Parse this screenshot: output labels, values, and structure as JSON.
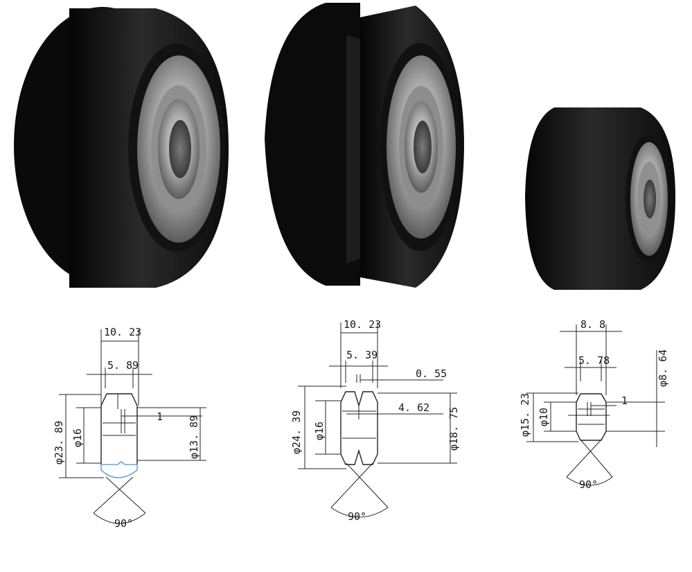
{
  "products": [
    {
      "name": "wheel-large-flat",
      "dimensions": {
        "overall_width": "10. 23",
        "inner_width": "5. 89",
        "outer_diameter": "φ23. 89",
        "bore_diameter": "φ16",
        "step": "1",
        "inner_diameter": "φ13. 89",
        "angle": "90°"
      }
    },
    {
      "name": "wheel-v-groove",
      "dimensions": {
        "overall_width": "10. 23",
        "inner_width": "5. 39",
        "groove_gap": "0. 55",
        "outer_diameter": "φ24. 39",
        "bore_diameter": "φ16",
        "groove_depth": "4. 62",
        "inner_diameter": "φ18. 75",
        "angle": "90°"
      }
    },
    {
      "name": "wheel-small",
      "dimensions": {
        "overall_width": "8. 8",
        "inner_width": "5. 78",
        "height": "φ8. 64",
        "outer_diameter": "φ15. 23",
        "bore_diameter": "φ10",
        "step": "1",
        "angle": "90°"
      }
    }
  ],
  "colors": {
    "wheel_body": "#141414",
    "bearing_metal": "#b8b8b8",
    "line": "#222222",
    "highlight": "#4a90d9"
  }
}
